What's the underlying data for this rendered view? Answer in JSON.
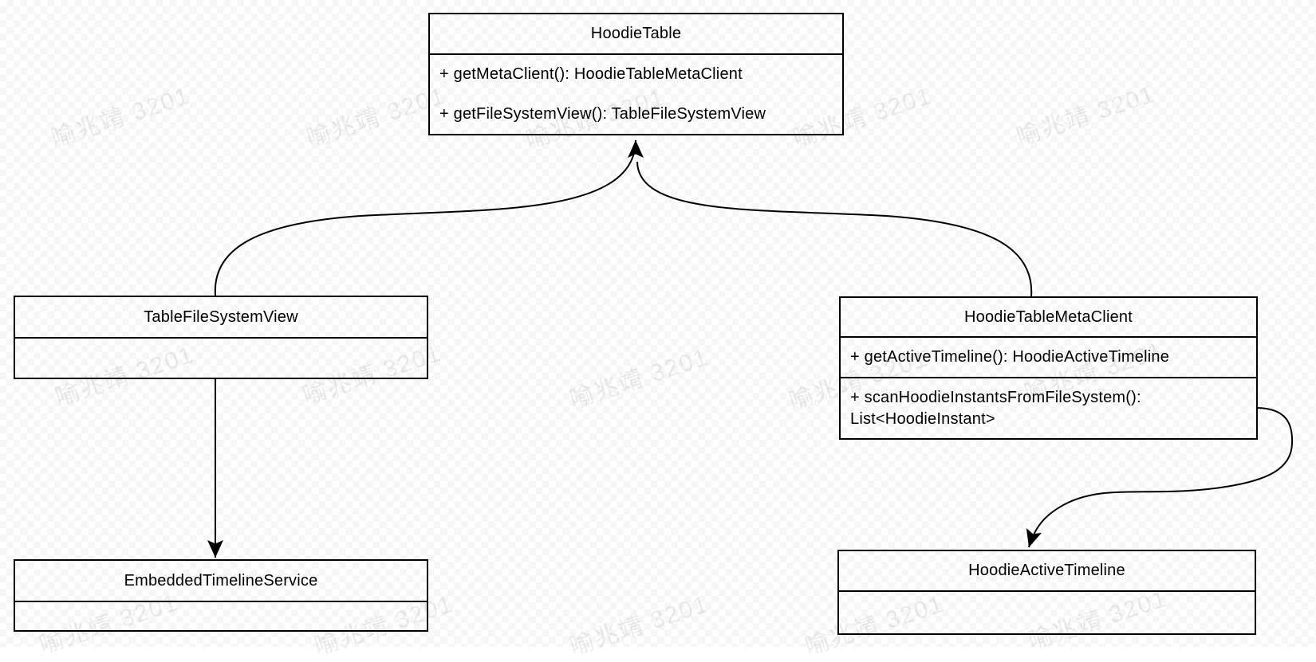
{
  "diagram": {
    "type": "uml-class-diagram",
    "watermark_text": "喻兆靖 3201",
    "classes": [
      {
        "name": "HoodieTable",
        "methods": [
          "+ getMetaClient(): HoodieTableMetaClient",
          "+ getFileSystemView(): TableFileSystemView"
        ]
      },
      {
        "name": "TableFileSystemView",
        "methods": []
      },
      {
        "name": "EmbeddedTimelineService",
        "methods": []
      },
      {
        "name": "HoodieTableMetaClient",
        "methods": [
          "+ getActiveTimeline(): HoodieActiveTimeline",
          "+ scanHoodieInstantsFromFileSystem(): List<HoodieInstant>"
        ]
      },
      {
        "name": "HoodieActiveTimeline",
        "methods": []
      }
    ],
    "relationships": [
      {
        "from": "TableFileSystemView",
        "to": "HoodieTable",
        "style": "curved-arrow"
      },
      {
        "from": "HoodieTableMetaClient",
        "to": "HoodieTable",
        "style": "curved-arrow"
      },
      {
        "from": "TableFileSystemView",
        "to": "EmbeddedTimelineService",
        "style": "straight-arrow"
      },
      {
        "from": "HoodieTableMetaClient",
        "to": "HoodieActiveTimeline",
        "style": "s-curve-arrow"
      }
    ]
  }
}
